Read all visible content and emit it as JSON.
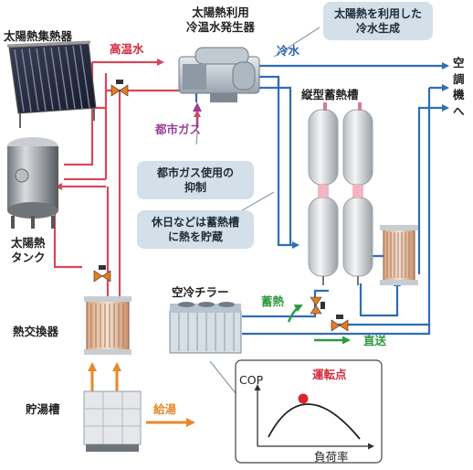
{
  "labels": {
    "solar_collector": "太陽熱集熱器",
    "chiller_line1": "太陽熱利用",
    "chiller_line2": "冷温水発生器",
    "high_temp_water": "高温水",
    "cold_water": "冷水",
    "solar_tank_line1": "太陽熱",
    "solar_tank_line2": "タンク",
    "city_gas": "都市ガス",
    "vertical_tank": "縦型蓄熱槽",
    "to_ac": [
      "空",
      "調",
      "機",
      "へ"
    ],
    "air_chiller": "空冷チラー",
    "heat_storage": "蓄熱",
    "direct_supply": "直送",
    "heat_exchanger": "熱交換器",
    "hot_water_tank": "貯湯槽",
    "hot_water_supply": "給湯",
    "cop_axis": "COP",
    "load_rate_axis": "負荷率",
    "operating_point": "運転点"
  },
  "callouts": {
    "cold_water_generation": [
      "太陽熱を利用した",
      "冷水生成"
    ],
    "gas_use_reduction": [
      "都市ガス使用の",
      "抑制"
    ],
    "holiday_storage": [
      "休日などは蓄熱槽",
      "に熱を貯蔵"
    ]
  },
  "colors": {
    "hot_line": "#d9475a",
    "cold_line": "#2f6db5",
    "green_arrow": "#2e9b3c",
    "orange_arrow": "#e7882a",
    "valve": "#e77a1e",
    "callout_bg": "#d3dfe9",
    "gas_arrow": "#9b3f97"
  }
}
